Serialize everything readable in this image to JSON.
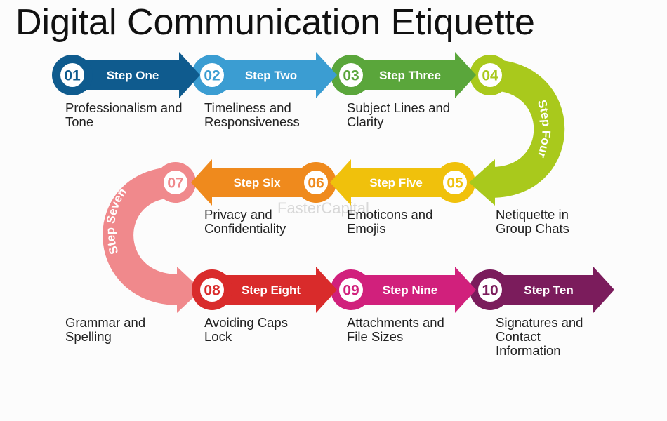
{
  "title": "Digital Communication Etiquette",
  "watermark": "FasterCapital",
  "steps": [
    {
      "num": "01",
      "label": "Step One",
      "desc": "Professionalism and Tone",
      "color": "#0f5b8e"
    },
    {
      "num": "02",
      "label": "Step Two",
      "desc": "Timeliness and Responsiveness",
      "color": "#3b9dd2"
    },
    {
      "num": "03",
      "label": "Step Three",
      "desc": "Subject Lines and Clarity",
      "color": "#5aa63b"
    },
    {
      "num": "04",
      "label": "Step Four",
      "desc": "Netiquette in Group Chats",
      "color": "#a9c91c"
    },
    {
      "num": "05",
      "label": "Step Five",
      "desc": "Emoticons and Emojis",
      "color": "#f0c10c"
    },
    {
      "num": "06",
      "label": "Step Six",
      "desc": "Privacy and Confidentiality",
      "color": "#ef8a1d"
    },
    {
      "num": "07",
      "label": "Step Seven",
      "desc": "Grammar and Spelling",
      "color": "#f0898c"
    },
    {
      "num": "08",
      "label": "Step Eight",
      "desc": "Avoiding Caps Lock",
      "color": "#d92b2b"
    },
    {
      "num": "09",
      "label": "Step Nine",
      "desc": "Attachments and File Sizes",
      "color": "#d1207c"
    },
    {
      "num": "10",
      "label": "Step Ten",
      "desc": "Signatures and Contact Information",
      "color": "#7b1c5c"
    }
  ]
}
